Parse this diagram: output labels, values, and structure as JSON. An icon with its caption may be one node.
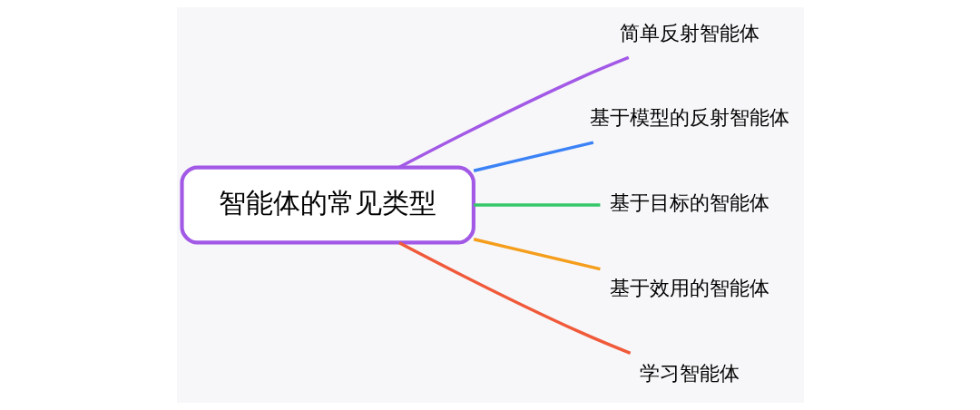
{
  "diagram": {
    "nodes": [
      {
        "text": [
          "智能体的常见类型"
        ]
      },
      {
        "text": [
          "简单反射智能体"
        ]
      },
      {
        "text": [
          "基于模型的反射智能体"
        ]
      },
      {
        "text": [
          "基于目标的智能体"
        ]
      },
      {
        "text": [
          "基于效用的智能体"
        ]
      },
      {
        "text": [
          "学习智能体"
        ]
      }
    ],
    "edges": [
      {
        "from": 0,
        "to": 1,
        "arrow": "none",
        "color": "#a259e6"
      },
      {
        "from": 0,
        "to": 2,
        "arrow": "none",
        "color": "#3b82f6"
      },
      {
        "from": 0,
        "to": 3,
        "arrow": "none",
        "color": "#34c76a"
      },
      {
        "from": 0,
        "to": 4,
        "arrow": "none",
        "color": "#f59e1b"
      },
      {
        "from": 0,
        "to": 5,
        "arrow": "none",
        "color": "#f05a3a"
      }
    ]
  }
}
